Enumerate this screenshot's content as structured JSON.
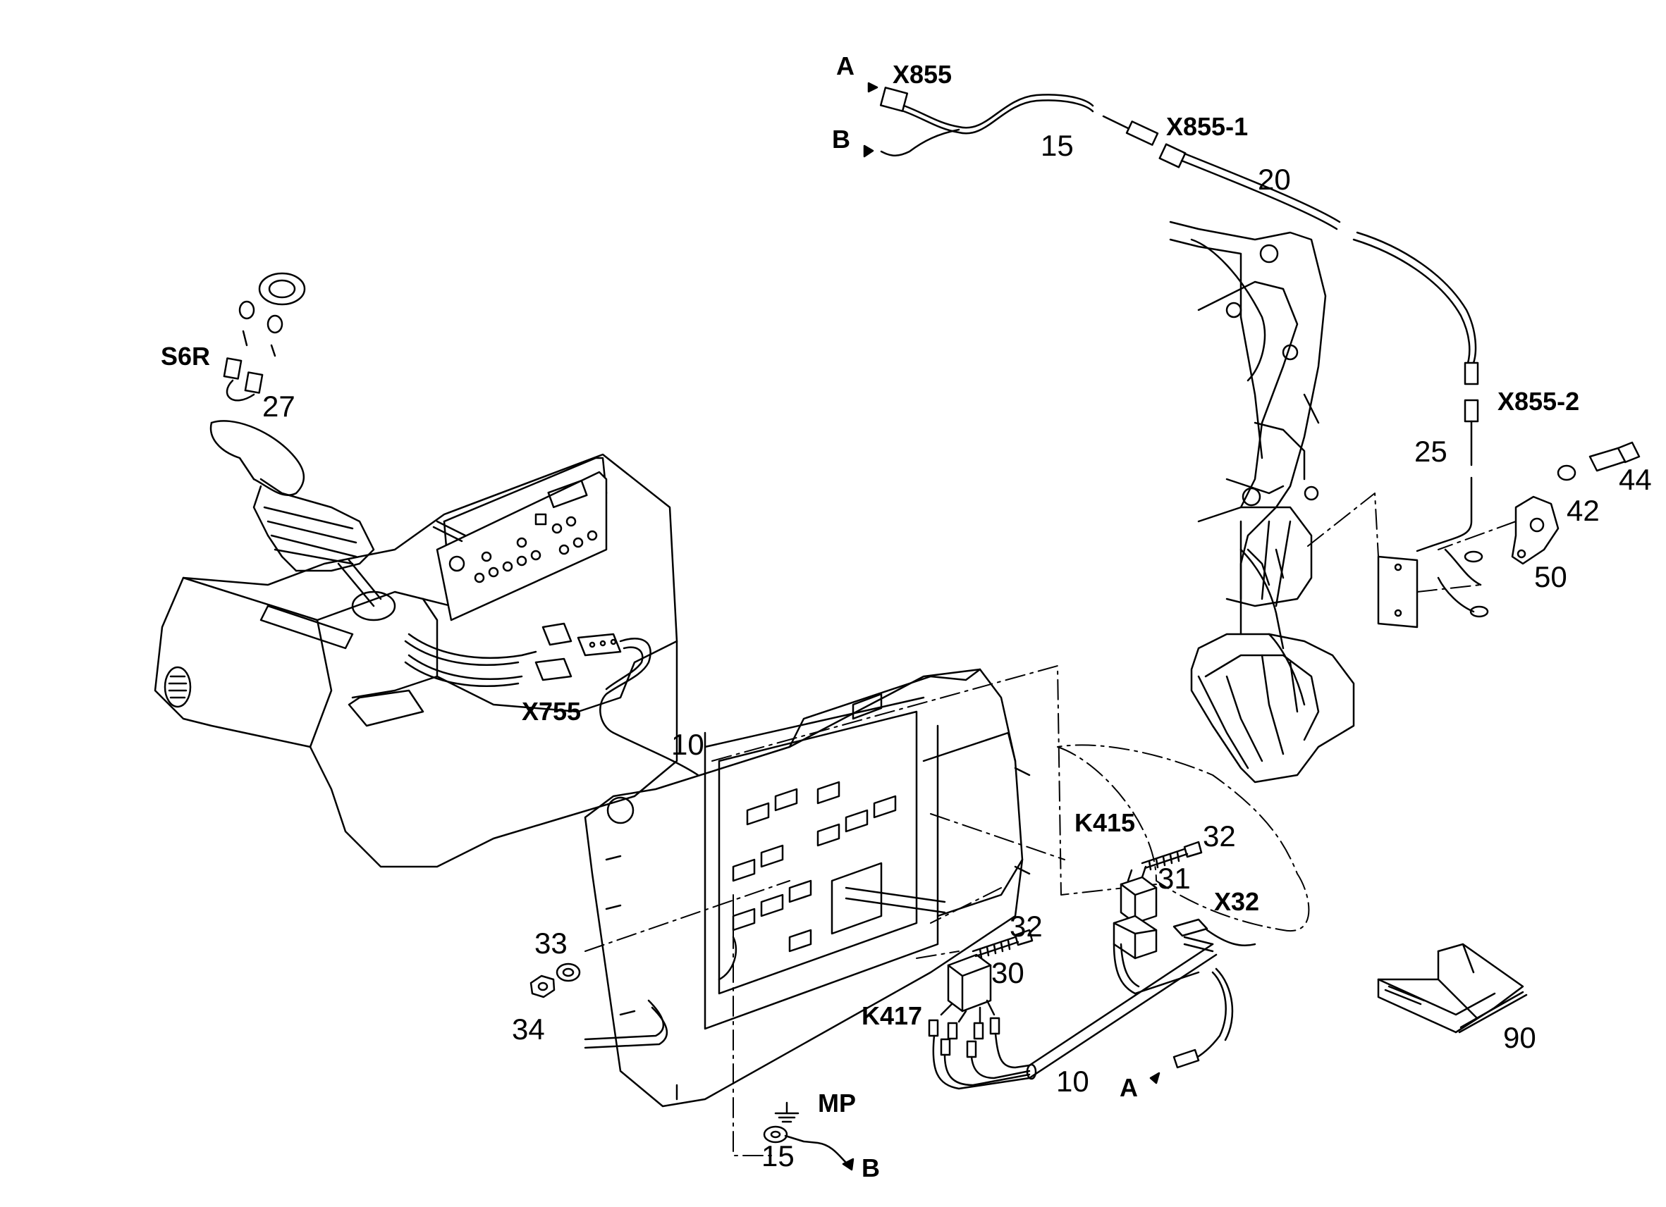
{
  "labels": {
    "A_top": "A",
    "X855": "X855",
    "B_top": "B",
    "n15_top": "15",
    "X855_1": "X855-1",
    "n20": "20",
    "S6R": "S6R",
    "n27": "27",
    "X855_2": "X855-2",
    "n25": "25",
    "n44": "44",
    "n42": "42",
    "n50": "50",
    "X755": "X755",
    "n10_mid": "10",
    "K415": "K415",
    "n32_a": "32",
    "n31": "31",
    "X32": "X32",
    "n33": "33",
    "n32_b": "32",
    "n30": "30",
    "n34": "34",
    "K417": "K417",
    "n90": "90",
    "n10_bottom": "10",
    "A_bottom": "A",
    "MP": "MP",
    "n15_bottom": "15",
    "B_bottom": "B"
  }
}
